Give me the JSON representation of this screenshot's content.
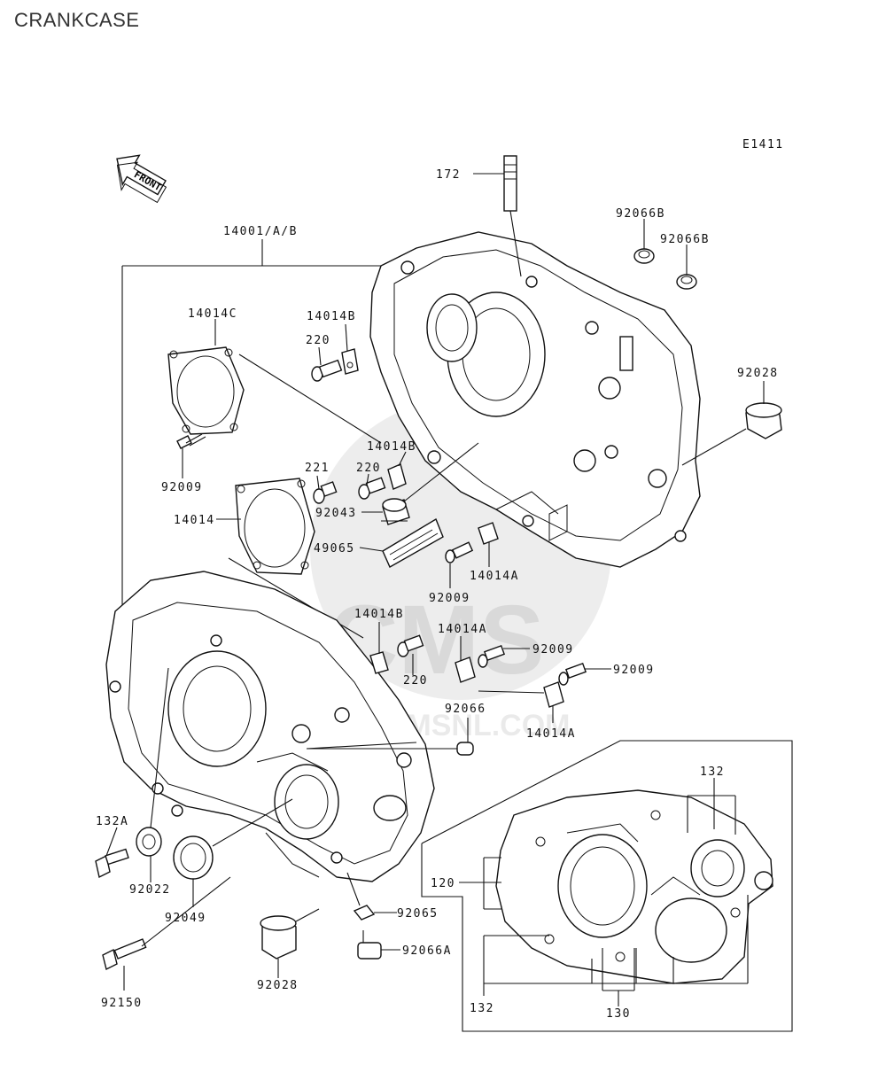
{
  "page": {
    "title": "CRANKCASE"
  },
  "diagram": {
    "ref_code": "E1411",
    "front_label": "FRONT",
    "watermark": "WWW.CMSNL.COM",
    "watermark_logo": "CMS",
    "labels": {
      "l172": "172",
      "l92066B_1": "92066B",
      "l92066B_2": "92066B",
      "l14001": "14001/A/B",
      "l14014C": "14014C",
      "l14014B_1": "14014B",
      "l220_1": "220",
      "l92028_r": "92028",
      "l92009_1": "92009",
      "l14014B_2": "14014B",
      "l221": "221",
      "l220_2": "220",
      "l92043": "92043",
      "l14014": "14014",
      "l49065": "49065",
      "l92009_2": "92009",
      "l14014A_1": "14014A",
      "l14014B_3": "14014B",
      "l14014A_2": "14014A",
      "l92009_3": "92009",
      "l92009_4": "92009",
      "l220_3": "220",
      "l92066": "92066",
      "l14014A_3": "14014A",
      "l132A": "132A",
      "l92022": "92022",
      "l92049": "92049",
      "l92065": "92065",
      "l92066A": "92066A",
      "l92150": "92150",
      "l92028_b": "92028",
      "l132_top": "132",
      "l120": "120",
      "l132_bot": "132",
      "l130": "130"
    }
  }
}
